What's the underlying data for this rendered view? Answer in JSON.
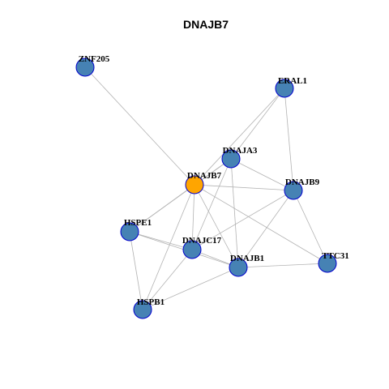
{
  "title": "DNAJB7",
  "colors": {
    "center_node": "#FFA500",
    "node": "#4682B4",
    "node_border": "#0000CD",
    "edge": "#B3B3B3"
  },
  "nodes": [
    {
      "id": "DNAJB7",
      "label": "DNAJB7",
      "center": true
    },
    {
      "id": "ZNF205",
      "label": "ZNF205",
      "center": false
    },
    {
      "id": "ERAL1",
      "label": "ERAL1",
      "center": false
    },
    {
      "id": "DNAJA3",
      "label": "DNAJA3",
      "center": false
    },
    {
      "id": "DNAJB9",
      "label": "DNAJB9",
      "center": false
    },
    {
      "id": "HSPE1",
      "label": "HSPE1",
      "center": false
    },
    {
      "id": "DNAJC17",
      "label": "DNAJC17",
      "center": false
    },
    {
      "id": "DNAJB1",
      "label": "DNAJB1",
      "center": false
    },
    {
      "id": "TTC31",
      "label": "TTC31",
      "center": false
    },
    {
      "id": "HSPB1",
      "label": "HSPB1",
      "center": false
    }
  ],
  "edges": [
    [
      "ZNF205",
      "DNAJB7"
    ],
    [
      "ERAL1",
      "DNAJB7"
    ],
    [
      "ERAL1",
      "DNAJA3"
    ],
    [
      "ERAL1",
      "DNAJB9"
    ],
    [
      "DNAJA3",
      "DNAJB7"
    ],
    [
      "DNAJA3",
      "DNAJB9"
    ],
    [
      "DNAJA3",
      "DNAJB1"
    ],
    [
      "DNAJA3",
      "DNAJC17"
    ],
    [
      "DNAJA3",
      "HSPE1"
    ],
    [
      "DNAJB7",
      "DNAJB9"
    ],
    [
      "DNAJB7",
      "HSPE1"
    ],
    [
      "DNAJB7",
      "DNAJC17"
    ],
    [
      "DNAJB7",
      "DNAJB1"
    ],
    [
      "DNAJB7",
      "TTC31"
    ],
    [
      "DNAJB7",
      "HSPB1"
    ],
    [
      "DNAJB9",
      "DNAJB1"
    ],
    [
      "DNAJB9",
      "TTC31"
    ],
    [
      "DNAJB9",
      "DNAJC17"
    ],
    [
      "HSPE1",
      "DNAJC17"
    ],
    [
      "HSPE1",
      "DNAJB1"
    ],
    [
      "HSPE1",
      "HSPB1"
    ],
    [
      "DNAJC17",
      "DNAJB1"
    ],
    [
      "DNAJC17",
      "HSPB1"
    ],
    [
      "DNAJB1",
      "TTC31"
    ],
    [
      "DNAJB1",
      "HSPB1"
    ]
  ]
}
